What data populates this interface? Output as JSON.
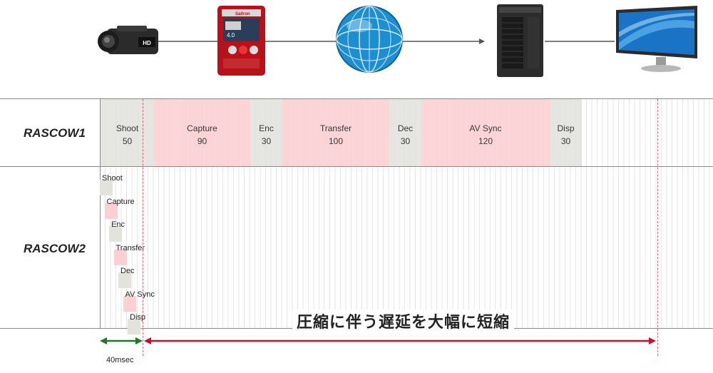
{
  "devices": [
    {
      "name": "camcorder-icon",
      "label": "HD"
    },
    {
      "name": "recorder-device-icon",
      "label": "Saitron"
    },
    {
      "name": "globe-network-icon",
      "label": ""
    },
    {
      "name": "workstation-pc-icon",
      "label": ""
    },
    {
      "name": "monitor-display-icon",
      "label": ""
    }
  ],
  "rows": {
    "rascow1": {
      "label": "RASCOW1",
      "stages": [
        {
          "name": "Shoot",
          "value": "50",
          "color": "gray"
        },
        {
          "name": "Capture",
          "value": "90",
          "color": "pink"
        },
        {
          "name": "Enc",
          "value": "30",
          "color": "gray"
        },
        {
          "name": "Transfer",
          "value": "100",
          "color": "pink"
        },
        {
          "name": "Dec",
          "value": "30",
          "color": "gray"
        },
        {
          "name": "AV Sync",
          "value": "120",
          "color": "pink"
        },
        {
          "name": "Disp",
          "value": "30",
          "color": "gray"
        }
      ]
    },
    "rascow2": {
      "label": "RASCOW2",
      "stages": [
        "Shoot",
        "Capture",
        "Enc",
        "Transfer",
        "Dec",
        "AV Sync",
        "Disp"
      ]
    }
  },
  "annotations": {
    "headline": "圧縮に伴う遅延を大幅に短縮",
    "small_latency": "40msec"
  },
  "colors": {
    "pink": "#fbd0d4",
    "gray": "#e3e3de",
    "green_arrow": "#1a7a2a",
    "red_arrow": "#c8102e",
    "dashed": "#e06470"
  }
}
